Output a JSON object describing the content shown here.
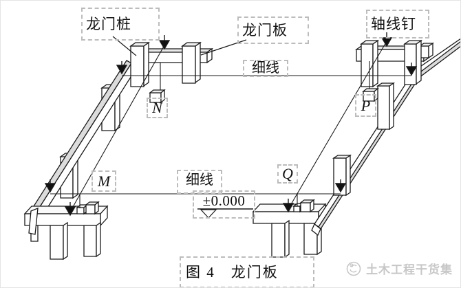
{
  "figure": {
    "caption": "图 4　龙门板",
    "labels": {
      "gantry_post": "龙门桩",
      "gantry_board": "龙门板",
      "axis_nail": "轴线钉",
      "thin_line_top": "细线",
      "thin_line_bottom": "细线",
      "point_m": "M",
      "point_n": "N",
      "point_p": "P",
      "point_q": "Q",
      "level_mark": "±0.000"
    },
    "watermark": {
      "text": "土木工程干货集"
    },
    "colors": {
      "ink": "#1a1a1a",
      "dashed_box": "#bcbcbc",
      "board_top_face": "#e9e9e9",
      "rail_face": "#dcdcdc",
      "watermark": "#c7c7c7",
      "background": "#ffffff"
    }
  }
}
